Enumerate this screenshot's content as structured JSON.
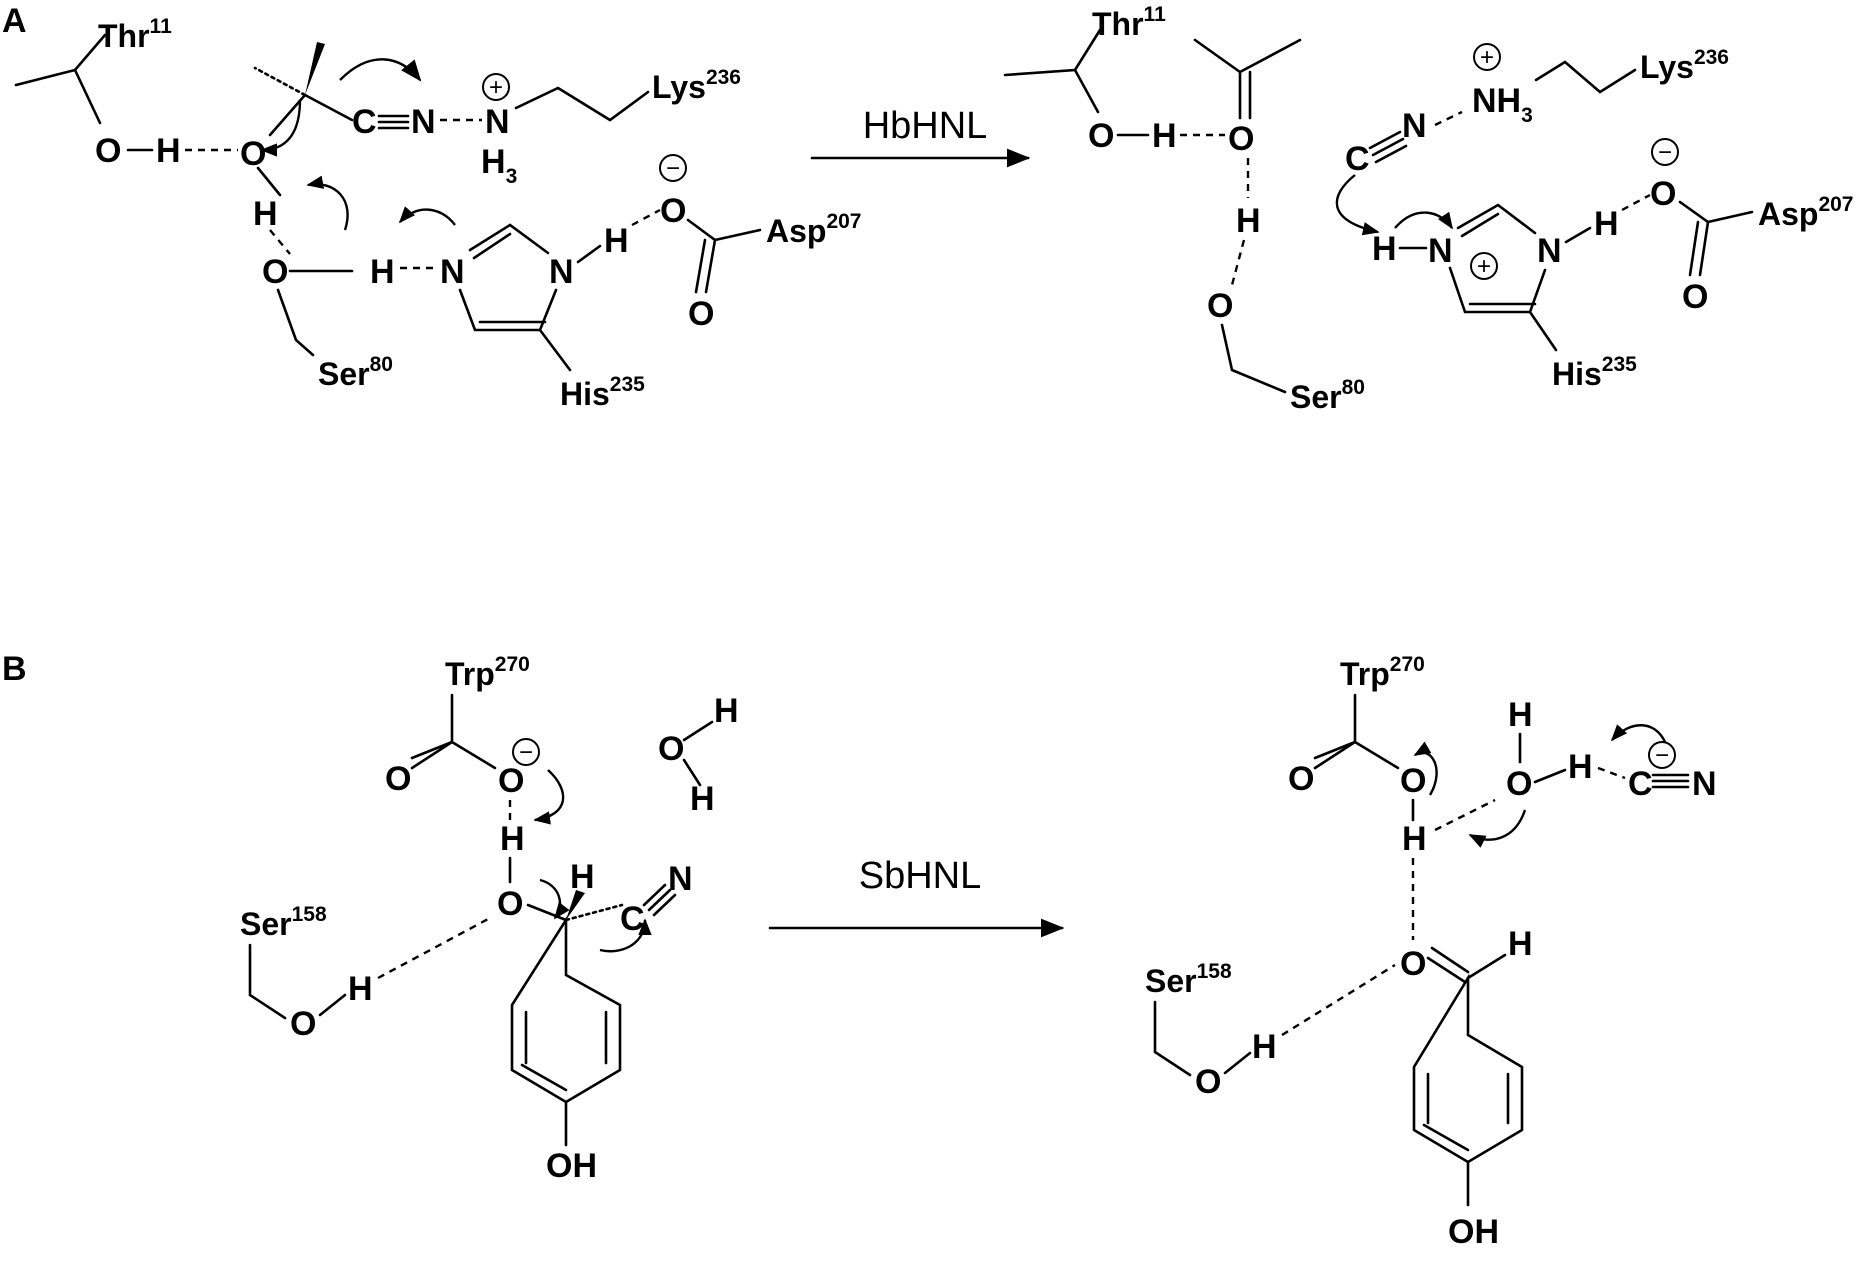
{
  "panels": {
    "a": {
      "label": "A",
      "enzyme": "HbHNL",
      "reactant": {
        "thr_name": "Thr",
        "thr_num": "11",
        "lys_name": "Lys",
        "lys_num": "236",
        "ser_name": "Ser",
        "ser_num": "80",
        "his_name": "His",
        "his_num": "235",
        "asp_name": "Asp",
        "asp_num": "207",
        "atoms": {
          "o": "O",
          "h": "H",
          "n": "N",
          "c": "C",
          "h3_h": "H",
          "h3_sub": "3"
        }
      },
      "product": {
        "thr_name": "Thr",
        "thr_num": "11",
        "lys_name": "Lys",
        "lys_num": "236",
        "ser_name": "Ser",
        "ser_num": "80",
        "his_name": "His",
        "his_num": "235",
        "asp_name": "Asp",
        "asp_num": "207",
        "atoms": {
          "o": "O",
          "h": "H",
          "n": "N",
          "c": "C",
          "nh": "NH",
          "nh3_sub": "3"
        }
      }
    },
    "b": {
      "label": "B",
      "enzyme": "SbHNL",
      "reactant": {
        "trp_name": "Trp",
        "trp_num": "270",
        "ser_name": "Ser",
        "ser_num": "158",
        "atoms": {
          "o": "O",
          "h": "H",
          "n": "N",
          "c": "C",
          "oh": "OH"
        }
      },
      "product": {
        "trp_name": "Trp",
        "trp_num": "270",
        "ser_name": "Ser",
        "ser_num": "158",
        "atoms": {
          "o": "O",
          "h": "H",
          "n": "N",
          "c": "C",
          "oh": "OH"
        }
      }
    }
  },
  "symbols": {
    "plus": "+",
    "minus": "−"
  }
}
